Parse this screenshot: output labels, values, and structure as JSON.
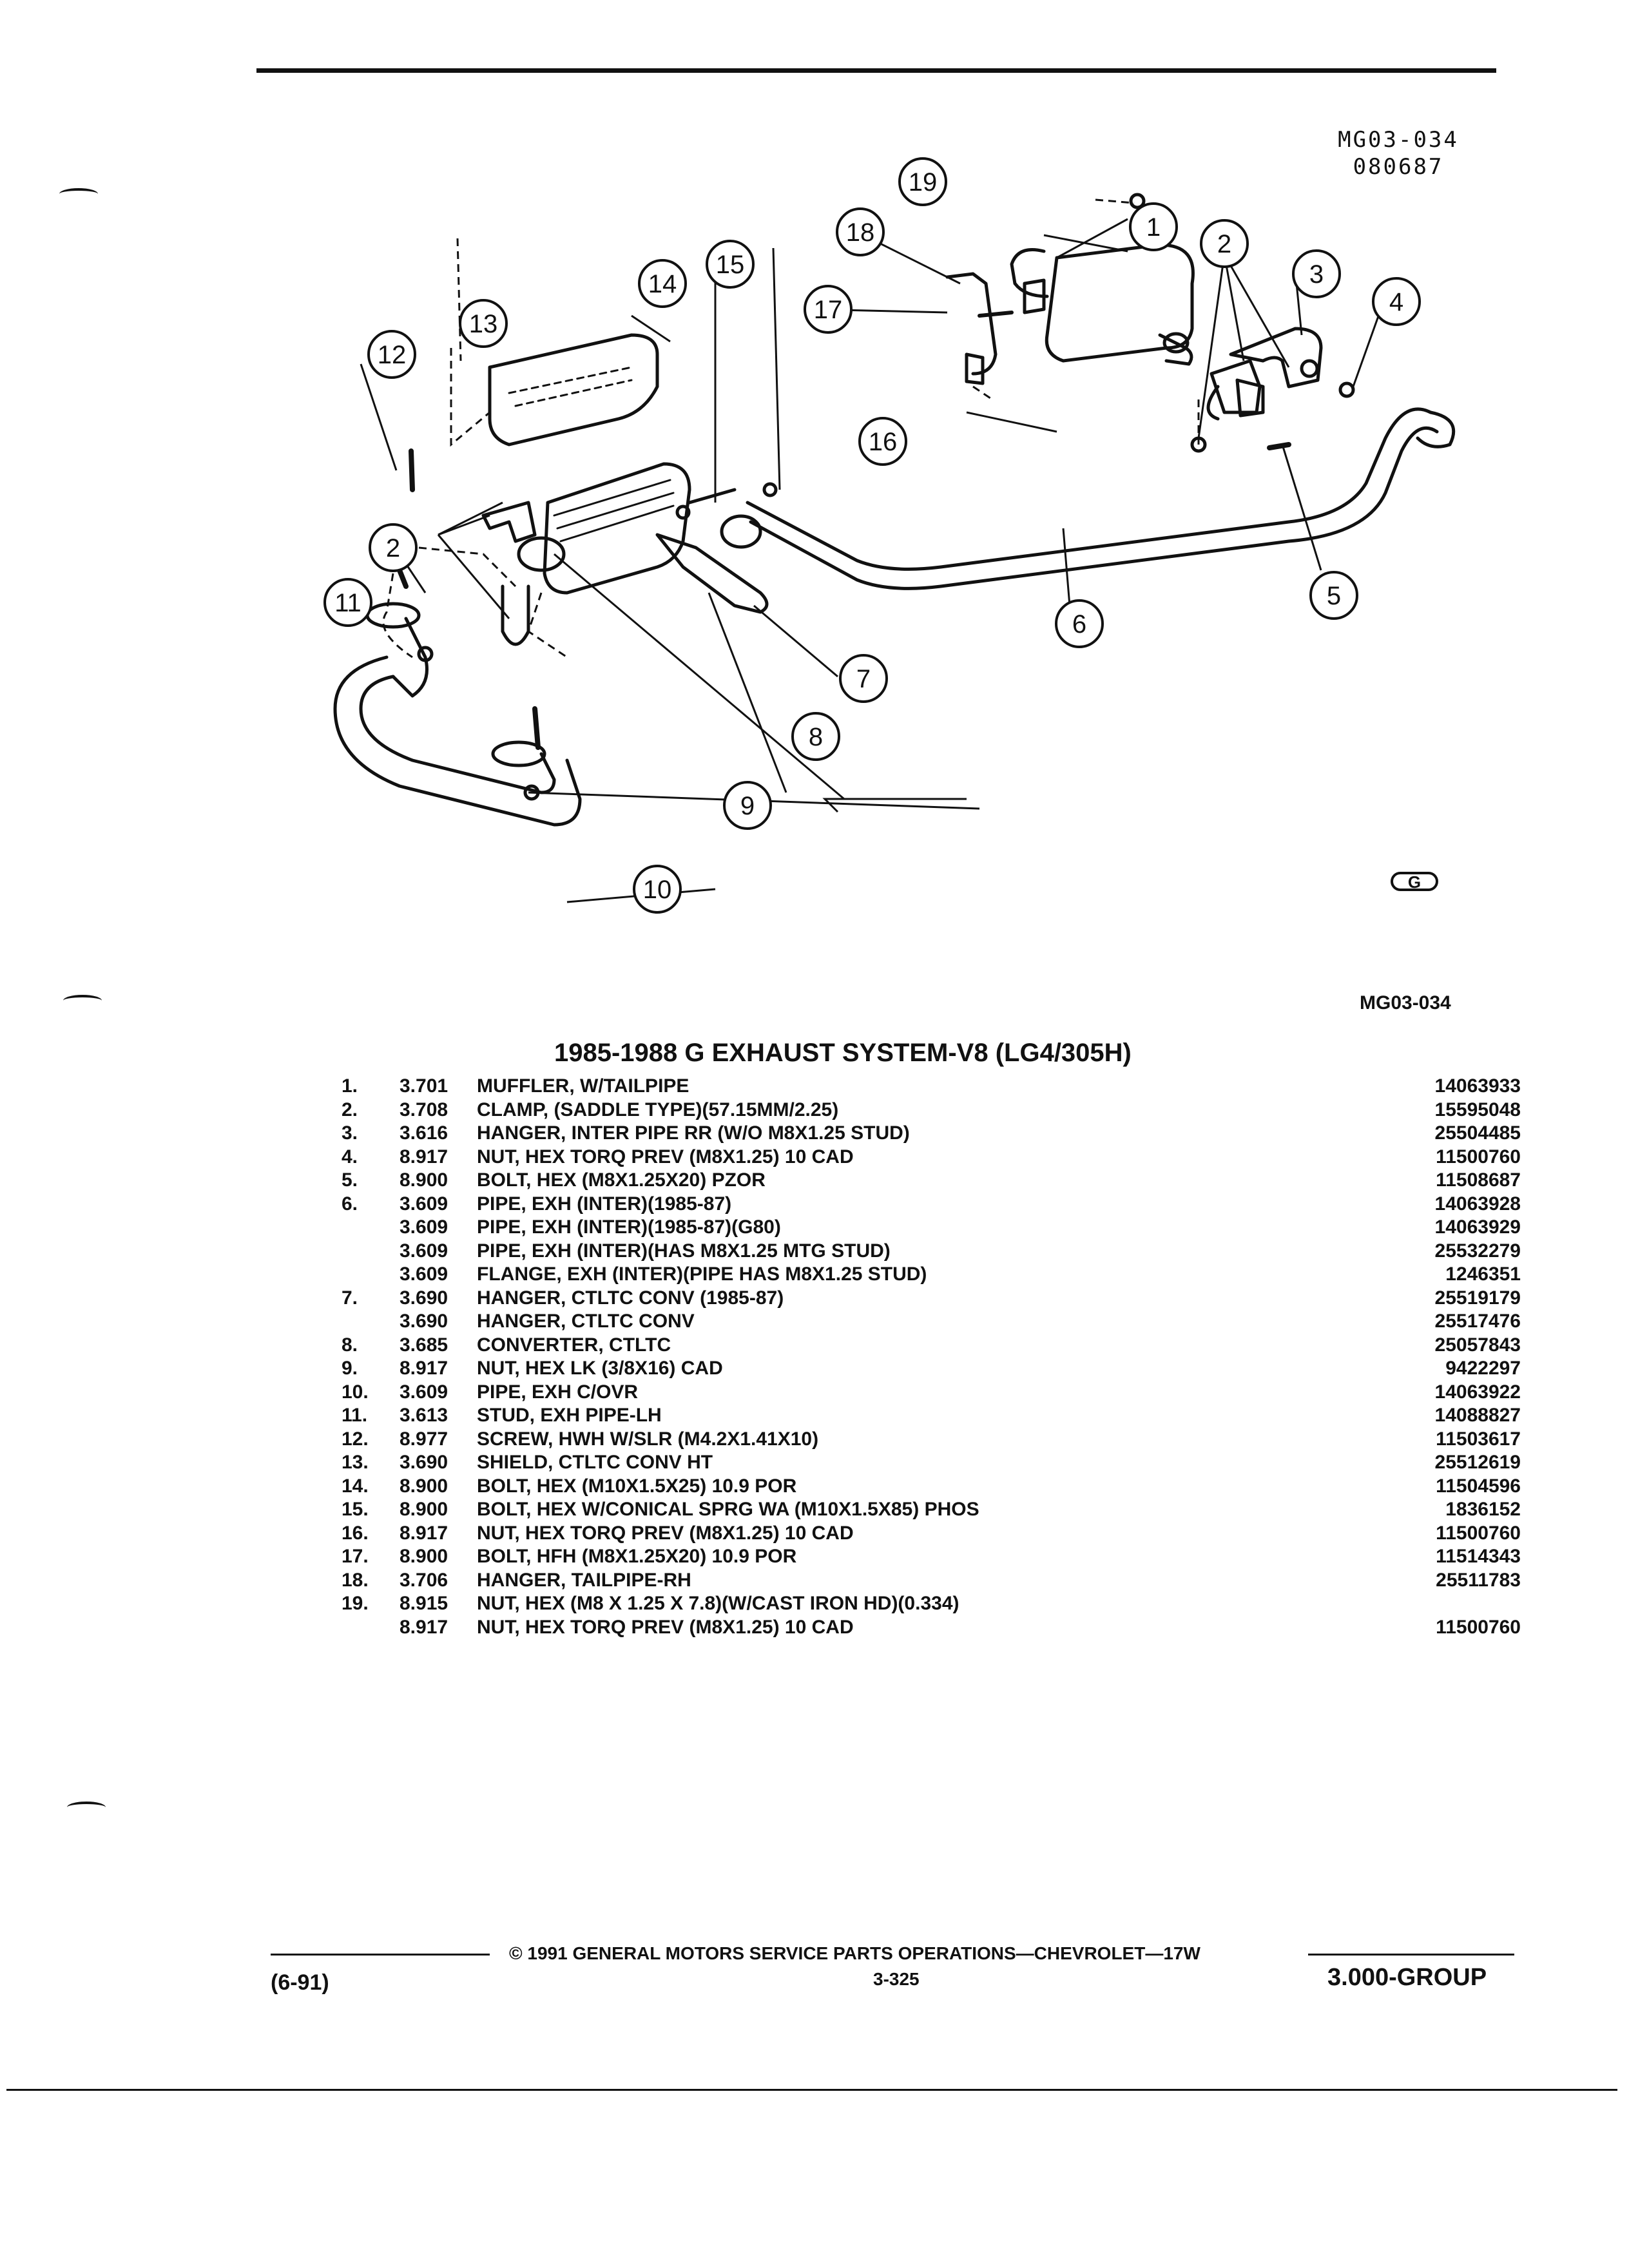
{
  "diagram": {
    "ref_code_1": "MG03-034",
    "ref_code_2": "080687",
    "callouts": [
      "1",
      "2",
      "3",
      "4",
      "5",
      "6",
      "7",
      "8",
      "9",
      "10",
      "11",
      "12",
      "13",
      "14",
      "15",
      "16",
      "17",
      "18",
      "19",
      "2"
    ],
    "maker_mark": "G"
  },
  "figure_code": "MG03-034",
  "title": "1985-1988 G EXHAUST SYSTEM-V8 (LG4/305H)",
  "parts": [
    {
      "num": "1.",
      "group": "3.701",
      "name": "MUFFLER",
      "detail": ", W/TAILPIPE",
      "part_no": "14063933"
    },
    {
      "num": "2.",
      "group": "3.708",
      "name": "CLAMP",
      "detail": ", (SADDLE TYPE)(57.15MM/2.25)",
      "part_no": "15595048"
    },
    {
      "num": "3.",
      "group": "3.616",
      "name": "HANGER",
      "detail": ", INTER PIPE RR (W/O M8X1.25 STUD)",
      "part_no": "25504485"
    },
    {
      "num": "4.",
      "group": "8.917",
      "name": "NUT",
      "detail": ", HEX TORQ PREV (M8X1.25) 10 CAD",
      "part_no": "11500760"
    },
    {
      "num": "5.",
      "group": "8.900",
      "name": "BOLT",
      "detail": ", HEX (M8X1.25X20) PZOR",
      "part_no": "11508687"
    },
    {
      "num": "6.",
      "group": "3.609",
      "name": "PIPE",
      "detail": ", EXH (INTER)(1985-87)",
      "part_no": "14063928"
    },
    {
      "num": "",
      "group": "3.609",
      "name": "PIPE",
      "detail": ", EXH (INTER)(1985-87)(G80)",
      "part_no": "14063929"
    },
    {
      "num": "",
      "group": "3.609",
      "name": "PIPE",
      "detail": ", EXH (INTER)(HAS M8X1.25 MTG STUD)",
      "part_no": "25532279"
    },
    {
      "num": "",
      "group": "3.609",
      "name": "FLANGE",
      "detail": ", EXH (INTER)(PIPE HAS M8X1.25 STUD)",
      "part_no": "1246351"
    },
    {
      "num": "7.",
      "group": "3.690",
      "name": "HANGER",
      "detail": ", CTLTC CONV (1985-87)",
      "part_no": "25519179"
    },
    {
      "num": "",
      "group": "3.690",
      "name": "HANGER",
      "detail": ", CTLTC CONV",
      "part_no": "25517476"
    },
    {
      "num": "8.",
      "group": "3.685",
      "name": "CONVERTER",
      "detail": ", CTLTC",
      "part_no": "25057843"
    },
    {
      "num": "9.",
      "group": "8.917",
      "name": "NUT",
      "detail": ", HEX LK (3/8X16) CAD",
      "part_no": "9422297"
    },
    {
      "num": "10.",
      "group": "3.609",
      "name": "PIPE",
      "detail": ", EXH C/OVR",
      "part_no": "14063922"
    },
    {
      "num": "11.",
      "group": "3.613",
      "name": "STUD",
      "detail": ", EXH PIPE-LH",
      "part_no": "14088827"
    },
    {
      "num": "12.",
      "group": "8.977",
      "name": "SCREW",
      "detail": ", HWH W/SLR (M4.2X1.41X10)",
      "part_no": "11503617"
    },
    {
      "num": "13.",
      "group": "3.690",
      "name": "SHIELD",
      "detail": ", CTLTC CONV HT",
      "part_no": "25512619"
    },
    {
      "num": "14.",
      "group": "8.900",
      "name": "BOLT",
      "detail": ", HEX (M10X1.5X25) 10.9 POR",
      "part_no": "11504596"
    },
    {
      "num": "15.",
      "group": "8.900",
      "name": "BOLT",
      "detail": ", HEX W/CONICAL SPRG WA (M10X1.5X85) PHOS",
      "part_no": "1836152"
    },
    {
      "num": "16.",
      "group": "8.917",
      "name": "NUT",
      "detail": ", HEX TORQ PREV (M8X1.25) 10 CAD",
      "part_no": "11500760"
    },
    {
      "num": "17.",
      "group": "8.900",
      "name": "BOLT",
      "detail": ", HFH (M8X1.25X20) 10.9 POR",
      "part_no": "11514343"
    },
    {
      "num": "18.",
      "group": "3.706",
      "name": "HANGER",
      "detail": ", TAILPIPE-RH",
      "part_no": "25511783"
    },
    {
      "num": "19.",
      "group": "8.915",
      "name": "NUT",
      "detail": ", HEX (M8 X 1.25 X 7.8)(W/CAST IRON HD)(0.334)",
      "part_no": ""
    },
    {
      "num": "",
      "group": "8.917",
      "name": "NUT",
      "detail": ", HEX TORQ PREV (M8X1.25) 10 CAD",
      "part_no": "11500760"
    }
  ],
  "footer": {
    "copyright": "© 1991 GENERAL MOTORS SERVICE PARTS OPERATIONS—CHEVROLET—17W",
    "page": "3-325",
    "revision": "(6-91)",
    "group": "3.000-GROUP"
  }
}
